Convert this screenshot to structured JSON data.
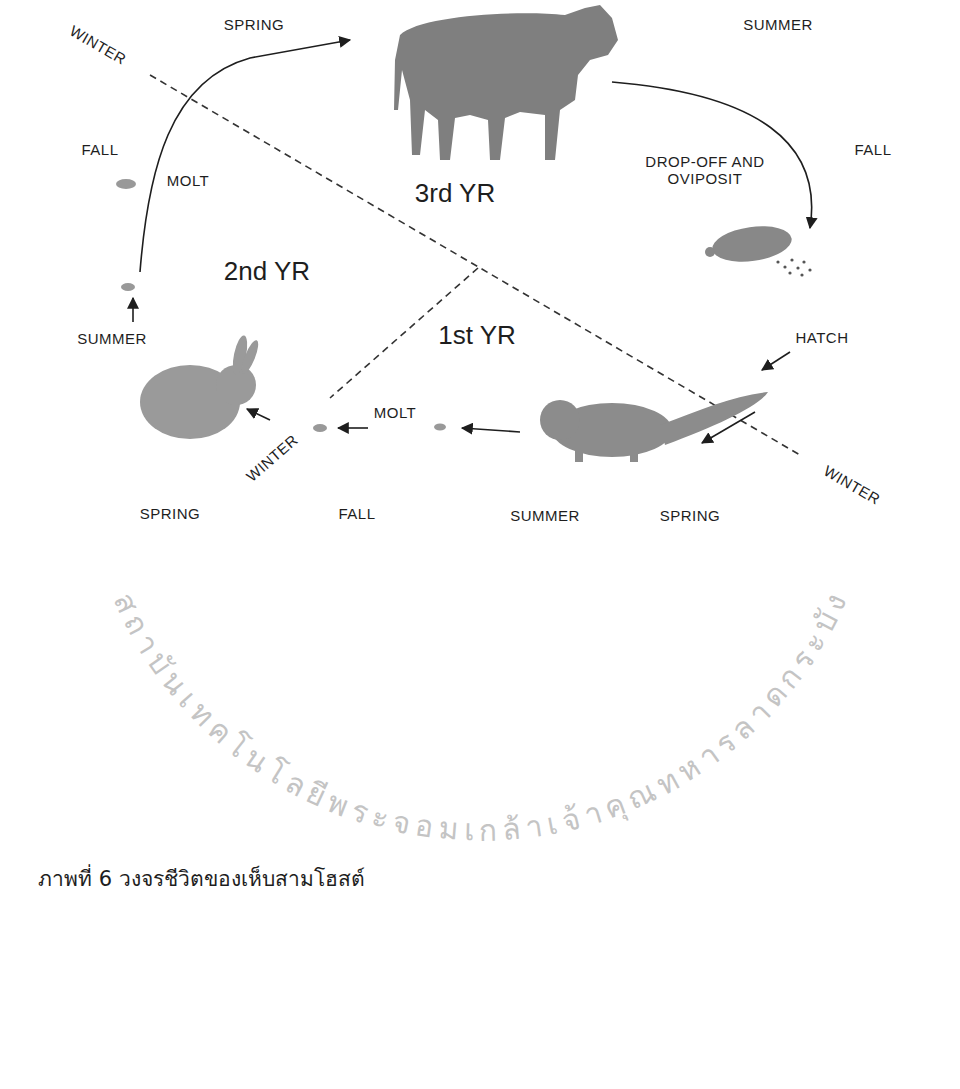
{
  "diagram": {
    "caption": "ภาพที่ 6 วงจรชีวิตของเห็บสามโฮสต์",
    "labels": [
      "SPRING",
      "SUMMER",
      "WINTER",
      "FALL",
      "MOLT",
      "DROP-OFF AND OVIPOSIT",
      "FALL",
      "3rd YR",
      "2nd YR",
      "SUMMER",
      "HATCH",
      "1st YR",
      "MOLT",
      "WINTER",
      "SPRING",
      "WINTER",
      "FALL",
      "SUMMER",
      "SPRING",
      "สถาบันเทคโนโลยีพระจอมเกล้าเจ้าคุณทหารลาดกระบัง"
    ]
  }
}
